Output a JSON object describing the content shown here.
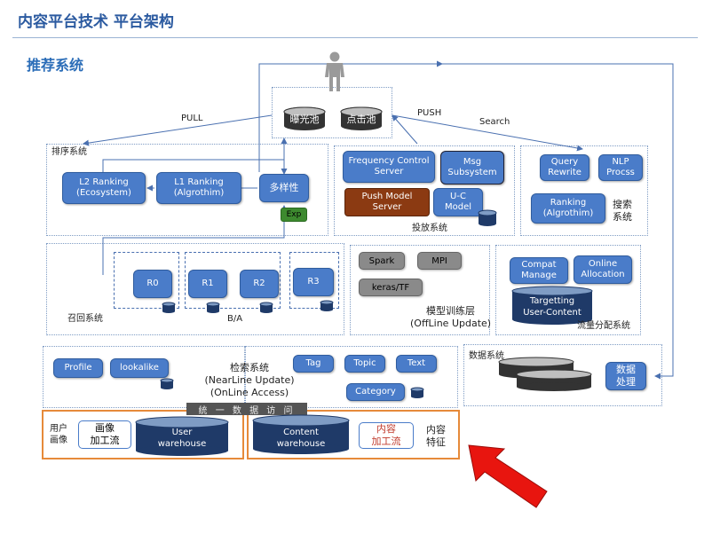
{
  "header": {
    "title": "内容平台技术  平台架构",
    "section": "推荐系统"
  },
  "top": {
    "exposure_pool": "曝光池",
    "click_pool": "点击池",
    "pull": "PULL",
    "push": "PUSH",
    "search": "Search"
  },
  "ranking": {
    "label": "排序系统",
    "l2": "L2 Ranking\n(Ecosystem)",
    "l1": "L1 Ranking\n(Algrothim)",
    "diversity": "多样性",
    "exp": "Exp"
  },
  "delivery": {
    "label": "投放系统",
    "freq": "Frequency Control\nServer",
    "msg": "Msg\nSubsystem",
    "push_model": "Push Model\nServer",
    "uc_model": "U-C\nModel"
  },
  "search_sys": {
    "label": "搜索\n系统",
    "query_rewrite": "Query\nRewrite",
    "nlp": "NLP\nProcss",
    "ranking": "Ranking\n(Algrothim)"
  },
  "recall": {
    "label": "召回系统",
    "ba": "B/A",
    "r0": "R0",
    "r1": "R1",
    "r2": "R2",
    "r3": "R3"
  },
  "training": {
    "spark": "Spark",
    "mpi": "MPI",
    "keras": "keras/TF",
    "label": "模型训练层\n(OffLine Update)"
  },
  "traffic": {
    "compat": "Compat\nManage",
    "online": "Online\nAllocation",
    "targeting": "Targetting\nUser-Content",
    "label": "流量分配系统"
  },
  "profile_area": {
    "profile": "Profile",
    "lookalike": "lookalike"
  },
  "retrieval": {
    "label": "检索系统\n(NearLine Update)\n(OnLine Access)",
    "tag": "Tag",
    "topic": "Topic",
    "text": "Text",
    "category": "Category"
  },
  "data_sys": {
    "label": "数据系统",
    "process": "数据\n处理"
  },
  "unified_access": "统 一 数 据 访 问",
  "bottom": {
    "user_portrait": "用户\n画像",
    "portrait_pipeline": "画像\n加工流",
    "user_warehouse": "User\nwarehouse",
    "content_warehouse": "Content\nwarehouse",
    "content_pipeline": "内容\n加工流",
    "content_feature": "内容\n特征"
  },
  "colors": {
    "accent": "#4a7cc9",
    "dark_cyl": "#1f3a68",
    "highlight_red": "#c0392b",
    "orange": "#e68a3a",
    "arrow_red": "#e8150f"
  }
}
